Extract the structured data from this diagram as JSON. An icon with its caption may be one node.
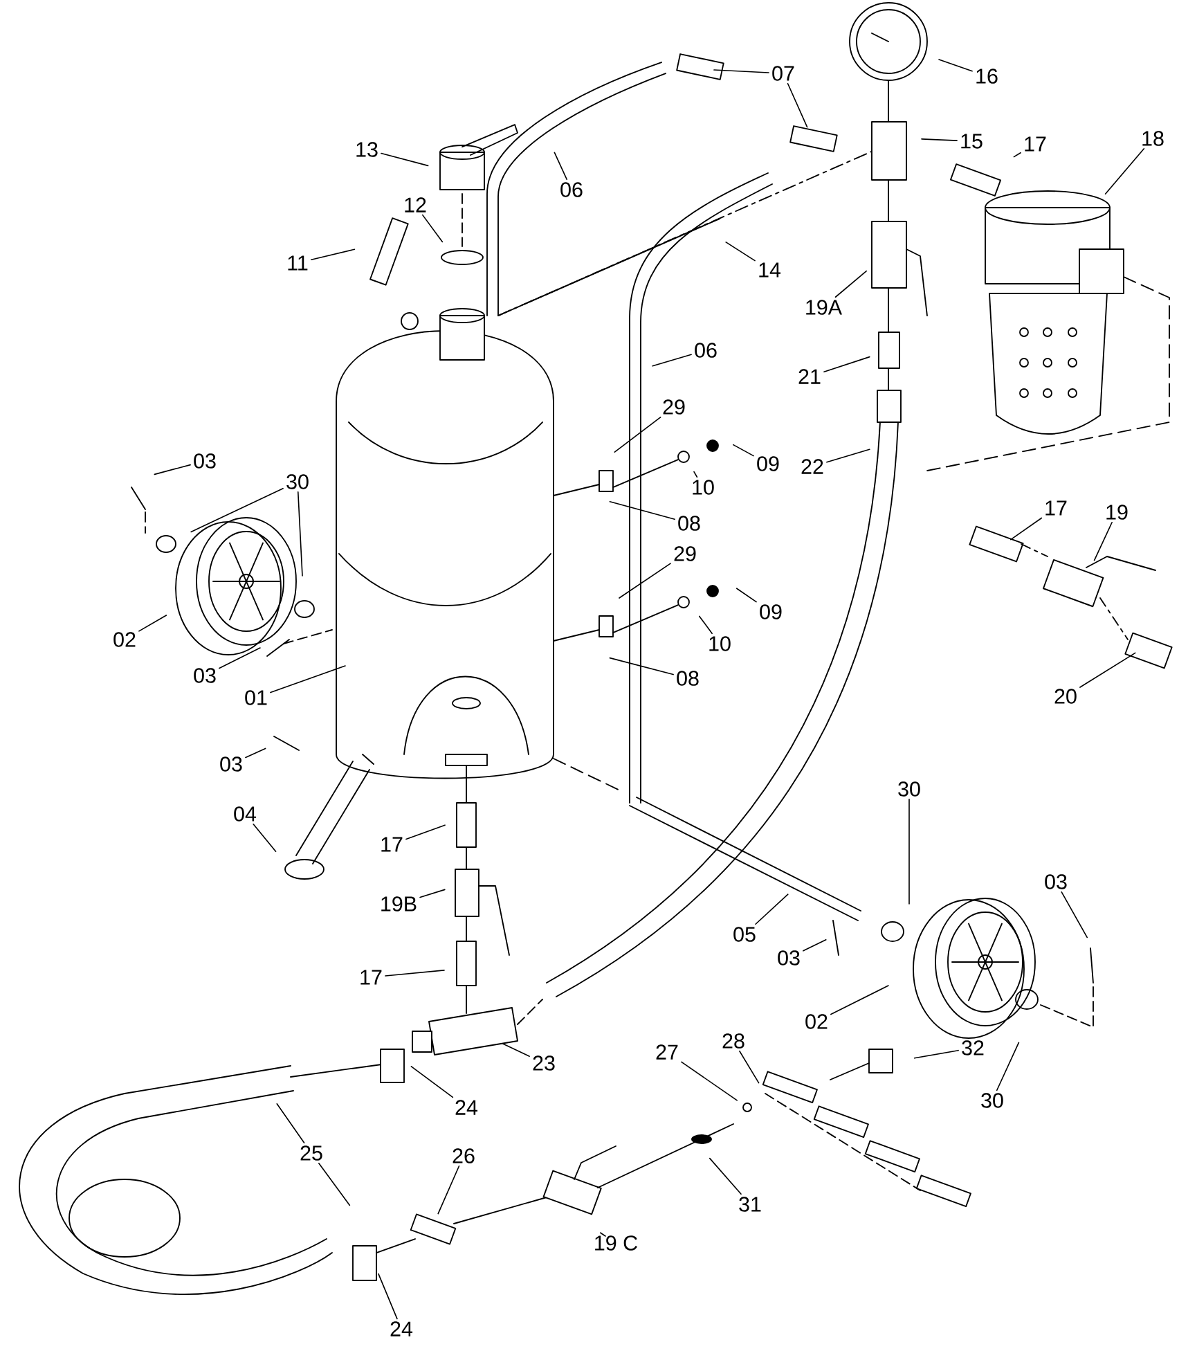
{
  "diagram": {
    "nodes": [
      {
        "text": [
          "16"
        ]
      },
      {
        "text": [
          "07"
        ]
      },
      {
        "text": [
          "13"
        ]
      },
      {
        "text": [
          "15"
        ]
      },
      {
        "text": [
          "17"
        ]
      },
      {
        "text": [
          "18"
        ]
      },
      {
        "text": [
          "06"
        ]
      },
      {
        "text": [
          "12"
        ]
      },
      {
        "text": [
          "11"
        ]
      },
      {
        "text": [
          "14"
        ]
      },
      {
        "text": [
          "19A"
        ]
      },
      {
        "text": [
          "06"
        ]
      },
      {
        "text": [
          "21"
        ]
      },
      {
        "text": [
          "29"
        ]
      },
      {
        "text": [
          "03"
        ]
      },
      {
        "text": [
          "09"
        ]
      },
      {
        "text": [
          "22"
        ]
      },
      {
        "text": [
          "30"
        ]
      },
      {
        "text": [
          "10"
        ]
      },
      {
        "text": [
          "08"
        ]
      },
      {
        "text": [
          "17"
        ]
      },
      {
        "text": [
          "19"
        ]
      },
      {
        "text": [
          "29"
        ]
      },
      {
        "text": [
          "09"
        ]
      },
      {
        "text": [
          "02"
        ]
      },
      {
        "text": [
          "10"
        ]
      },
      {
        "text": [
          "03"
        ]
      },
      {
        "text": [
          "08"
        ]
      },
      {
        "text": [
          "01"
        ]
      },
      {
        "text": [
          "20"
        ]
      },
      {
        "text": [
          "03"
        ]
      },
      {
        "text": [
          "30"
        ]
      },
      {
        "text": [
          "04"
        ]
      },
      {
        "text": [
          "17"
        ]
      },
      {
        "text": [
          "03"
        ]
      },
      {
        "text": [
          "19B"
        ]
      },
      {
        "text": [
          "05"
        ]
      },
      {
        "text": [
          "03"
        ]
      },
      {
        "text": [
          "17"
        ]
      },
      {
        "text": [
          "02"
        ]
      },
      {
        "text": [
          "32"
        ]
      },
      {
        "text": [
          "28"
        ]
      },
      {
        "text": [
          "27"
        ]
      },
      {
        "text": [
          "23"
        ]
      },
      {
        "text": [
          "30"
        ]
      },
      {
        "text": [
          "24"
        ]
      },
      {
        "text": [
          "25"
        ]
      },
      {
        "text": [
          "26"
        ]
      },
      {
        "text": [
          "31"
        ]
      },
      {
        "text": [
          "19 C"
        ]
      },
      {
        "text": [
          "24"
        ]
      }
    ],
    "edges": [
      {
        "from": 0,
        "to": null,
        "arrow": "none"
      },
      {
        "from": 1,
        "to": null,
        "arrow": "none"
      },
      {
        "from": 1,
        "to": null,
        "arrow": "none"
      },
      {
        "from": 2,
        "to": null,
        "arrow": "none"
      },
      {
        "from": 3,
        "to": null,
        "arrow": "none"
      },
      {
        "from": 4,
        "to": null,
        "arrow": "none"
      },
      {
        "from": 5,
        "to": null,
        "arrow": "none"
      },
      {
        "from": 6,
        "to": null,
        "arrow": "none"
      },
      {
        "from": 7,
        "to": null,
        "arrow": "none"
      },
      {
        "from": 8,
        "to": null,
        "arrow": "none"
      },
      {
        "from": 9,
        "to": null,
        "arrow": "none"
      },
      {
        "from": 10,
        "to": null,
        "arrow": "none"
      },
      {
        "from": 11,
        "to": null,
        "arrow": "none"
      },
      {
        "from": 12,
        "to": null,
        "arrow": "none"
      },
      {
        "from": 13,
        "to": null,
        "arrow": "none"
      },
      {
        "from": 14,
        "to": null,
        "arrow": "none"
      },
      {
        "from": 15,
        "to": null,
        "arrow": "none"
      },
      {
        "from": 16,
        "to": null,
        "arrow": "none"
      },
      {
        "from": 17,
        "to": null,
        "arrow": "none"
      },
      {
        "from": 17,
        "to": null,
        "arrow": "none"
      },
      {
        "from": 18,
        "to": null,
        "arrow": "none"
      },
      {
        "from": 19,
        "to": null,
        "arrow": "none"
      },
      {
        "from": 20,
        "to": null,
        "arrow": "none"
      },
      {
        "from": 21,
        "to": null,
        "arrow": "none"
      },
      {
        "from": 22,
        "to": null,
        "arrow": "none"
      },
      {
        "from": 23,
        "to": null,
        "arrow": "none"
      },
      {
        "from": 24,
        "to": null,
        "arrow": "none"
      },
      {
        "from": 25,
        "to": null,
        "arrow": "none"
      },
      {
        "from": 26,
        "to": null,
        "arrow": "none"
      },
      {
        "from": 27,
        "to": null,
        "arrow": "none"
      },
      {
        "from": 28,
        "to": null,
        "arrow": "none"
      },
      {
        "from": 29,
        "to": null,
        "arrow": "none"
      },
      {
        "from": 30,
        "to": null,
        "arrow": "none"
      },
      {
        "from": 31,
        "to": null,
        "arrow": "none"
      },
      {
        "from": 32,
        "to": null,
        "arrow": "none"
      },
      {
        "from": 33,
        "to": null,
        "arrow": "none"
      },
      {
        "from": 34,
        "to": null,
        "arrow": "none"
      },
      {
        "from": 35,
        "to": null,
        "arrow": "none"
      },
      {
        "from": 36,
        "to": null,
        "arrow": "none"
      },
      {
        "from": 37,
        "to": null,
        "arrow": "none"
      },
      {
        "from": 38,
        "to": null,
        "arrow": "none"
      },
      {
        "from": 39,
        "to": null,
        "arrow": "none"
      },
      {
        "from": 40,
        "to": null,
        "arrow": "none"
      },
      {
        "from": 41,
        "to": null,
        "arrow": "none"
      },
      {
        "from": 42,
        "to": null,
        "arrow": "none"
      },
      {
        "from": 43,
        "to": null,
        "arrow": "none"
      },
      {
        "from": 44,
        "to": null,
        "arrow": "none"
      },
      {
        "from": 45,
        "to": null,
        "arrow": "none"
      },
      {
        "from": 46,
        "to": null,
        "arrow": "none"
      },
      {
        "from": 46,
        "to": null,
        "arrow": "none"
      },
      {
        "from": 47,
        "to": null,
        "arrow": "none"
      },
      {
        "from": 48,
        "to": null,
        "arrow": "none"
      },
      {
        "from": 49,
        "to": null,
        "arrow": "none"
      },
      {
        "from": 50,
        "to": null,
        "arrow": "none"
      }
    ]
  }
}
